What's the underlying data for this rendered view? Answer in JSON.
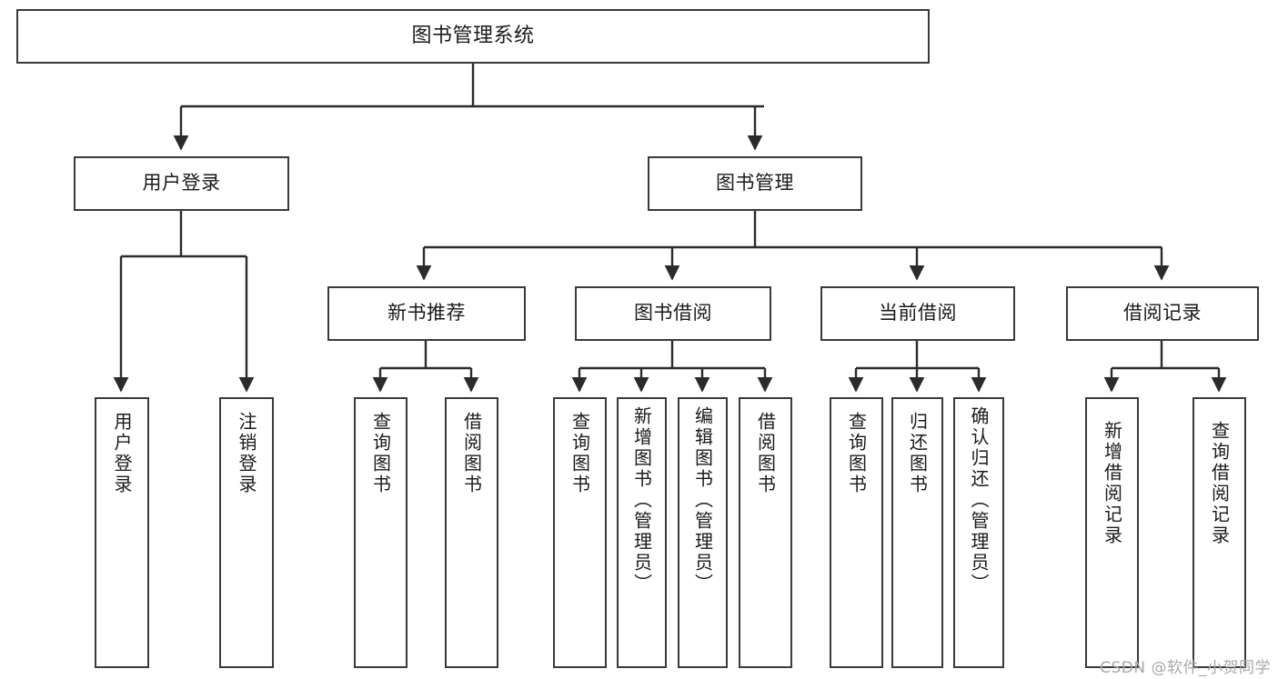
{
  "diagram": {
    "type": "tree-hierarchy",
    "title": "图书管理系统",
    "root": {
      "label": "图书管理系统"
    },
    "level2": [
      {
        "id": "user-login",
        "label": "用户登录"
      },
      {
        "id": "book-management",
        "label": "图书管理"
      }
    ],
    "level3": [
      {
        "id": "new-book-recommend",
        "label": "新书推荐",
        "parent": "book-management"
      },
      {
        "id": "book-borrow",
        "label": "图书借阅",
        "parent": "book-management"
      },
      {
        "id": "current-borrow",
        "label": "当前借阅",
        "parent": "book-management"
      },
      {
        "id": "borrow-record",
        "label": "借阅记录",
        "parent": "book-management"
      }
    ],
    "leaves": [
      {
        "id": "leaf-user-login",
        "label": "用户登录",
        "parent": "user-login"
      },
      {
        "id": "leaf-logout-login",
        "label": "注销登录",
        "parent": "user-login"
      },
      {
        "id": "leaf-query-book-1",
        "label": "查询图书",
        "parent": "new-book-recommend"
      },
      {
        "id": "leaf-borrow-book-1",
        "label": "借阅图书",
        "parent": "new-book-recommend"
      },
      {
        "id": "leaf-query-book-2",
        "label": "查询图书",
        "parent": "book-borrow"
      },
      {
        "id": "leaf-add-book",
        "label": "新增图书（管理员）",
        "parent": "book-borrow"
      },
      {
        "id": "leaf-edit-book",
        "label": "编辑图书（管理员）",
        "parent": "book-borrow"
      },
      {
        "id": "leaf-borrow-book-2",
        "label": "借阅图书",
        "parent": "book-borrow"
      },
      {
        "id": "leaf-query-book-3",
        "label": "查询图书",
        "parent": "current-borrow"
      },
      {
        "id": "leaf-return-book",
        "label": "归还图书",
        "parent": "current-borrow"
      },
      {
        "id": "leaf-confirm-return",
        "label": "确认归还（管理员）",
        "parent": "current-borrow"
      },
      {
        "id": "leaf-add-record",
        "label": "新增借阅记录",
        "parent": "borrow-record"
      },
      {
        "id": "leaf-query-record",
        "label": "查询借阅记录",
        "parent": "borrow-record"
      }
    ],
    "colors": {
      "border": "#3a3a3a",
      "background": "#ffffff",
      "text": "#1a1a1a",
      "connector": "#2b2b2b",
      "watermark": "#a8a8a8"
    }
  },
  "watermark": {
    "text": "CSDN @软件_小贺同学"
  }
}
